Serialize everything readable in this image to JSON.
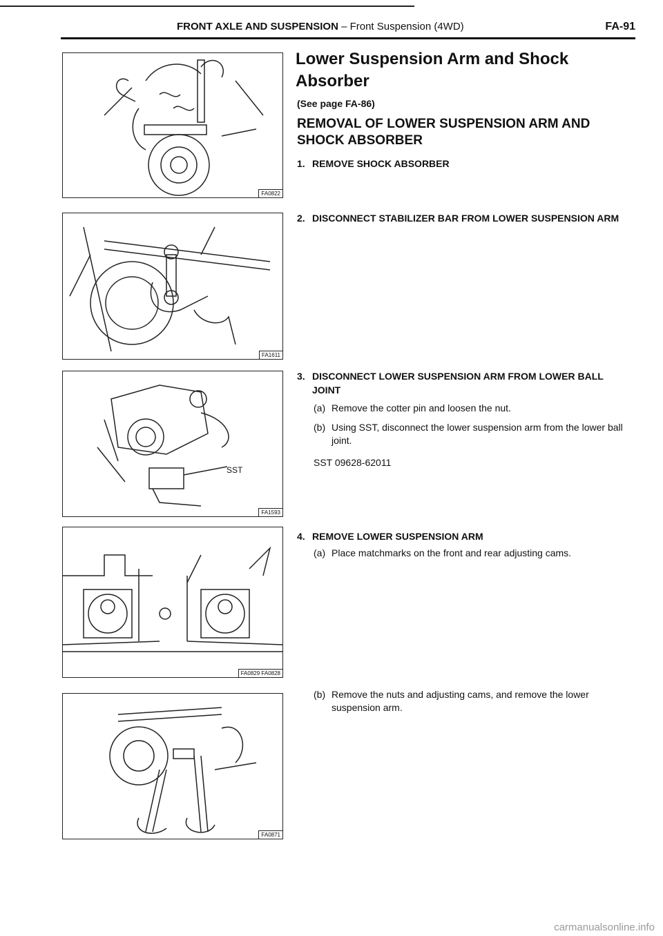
{
  "header": {
    "section_bold": "FRONT AXLE AND SUSPENSION",
    "dash": " – ",
    "section_sub": "Front Suspension (4WD)",
    "page_number": "FA-91"
  },
  "figures": [
    {
      "id": "FA0822"
    },
    {
      "id": "FA1611"
    },
    {
      "id": "FA1593",
      "callout": "SST"
    },
    {
      "id": "FA0829 FA0828"
    },
    {
      "id": "FA0871"
    }
  ],
  "content": {
    "title": "Lower Suspension Arm and Shock Absorber",
    "see_page": "(See page FA-86)",
    "section_heading": "REMOVAL OF LOWER SUSPENSION ARM AND SHOCK ABSORBER",
    "steps": [
      {
        "num": "1.",
        "text": "REMOVE SHOCK ABSORBER"
      },
      {
        "num": "2.",
        "text": "DISCONNECT STABILIZER BAR FROM LOWER SUSPENSION ARM"
      },
      {
        "num": "3.",
        "text": "DISCONNECT LOWER SUSPENSION ARM FROM LOWER BALL JOINT",
        "subs": [
          {
            "label": "(a)",
            "text": "Remove the cotter pin and loosen the nut."
          },
          {
            "label": "(b)",
            "text": "Using SST, disconnect the lower suspension arm from the lower ball joint."
          }
        ],
        "sst": "SST 09628-62011"
      },
      {
        "num": "4.",
        "text": "REMOVE LOWER SUSPENSION ARM",
        "subs": [
          {
            "label": "(a)",
            "text": "Place matchmarks on the front and rear adjusting cams."
          },
          {
            "label": "(b)",
            "text": "Remove the nuts and adjusting cams, and remove the lower suspension arm."
          }
        ]
      }
    ]
  },
  "footer": {
    "watermark": "carmanualsonline.info"
  }
}
